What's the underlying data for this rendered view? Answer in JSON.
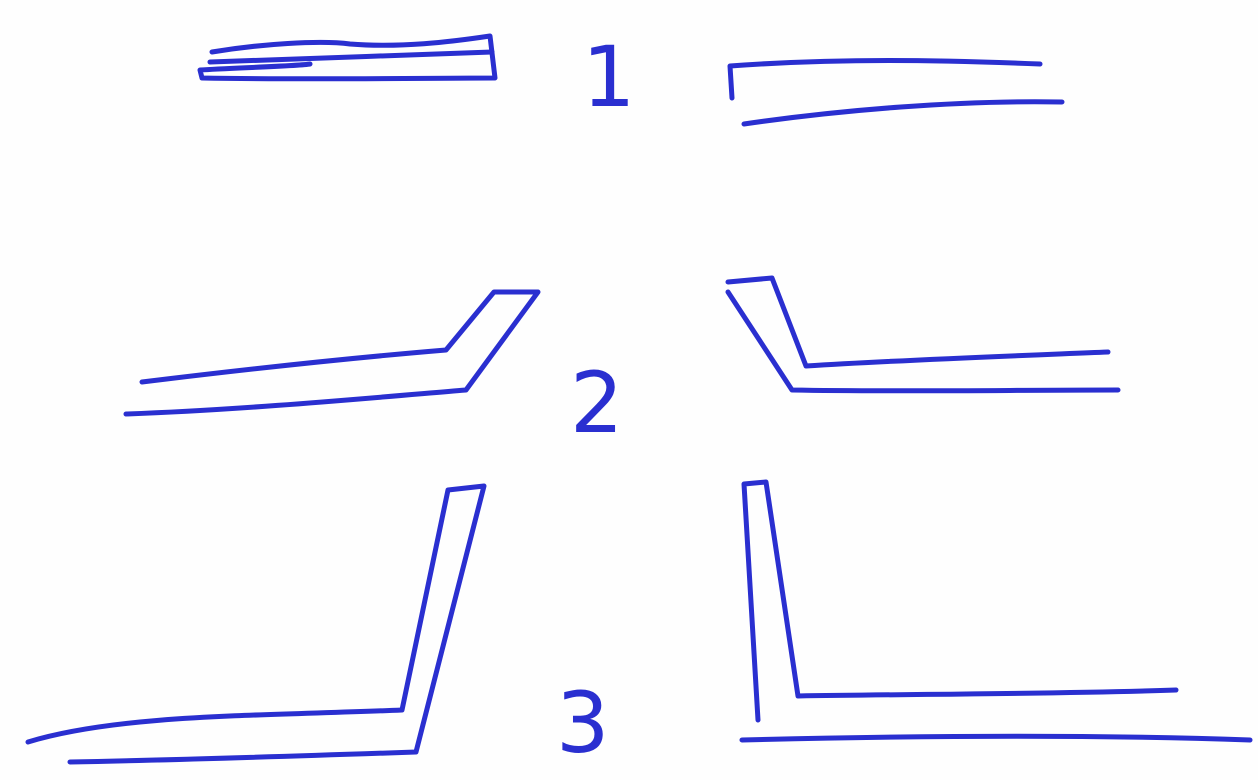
{
  "steps": [
    {
      "number": "1"
    },
    {
      "number": "2"
    },
    {
      "number": "3"
    }
  ],
  "colors": {
    "ink": "#2a2fd0",
    "paper": "#fefefe"
  }
}
